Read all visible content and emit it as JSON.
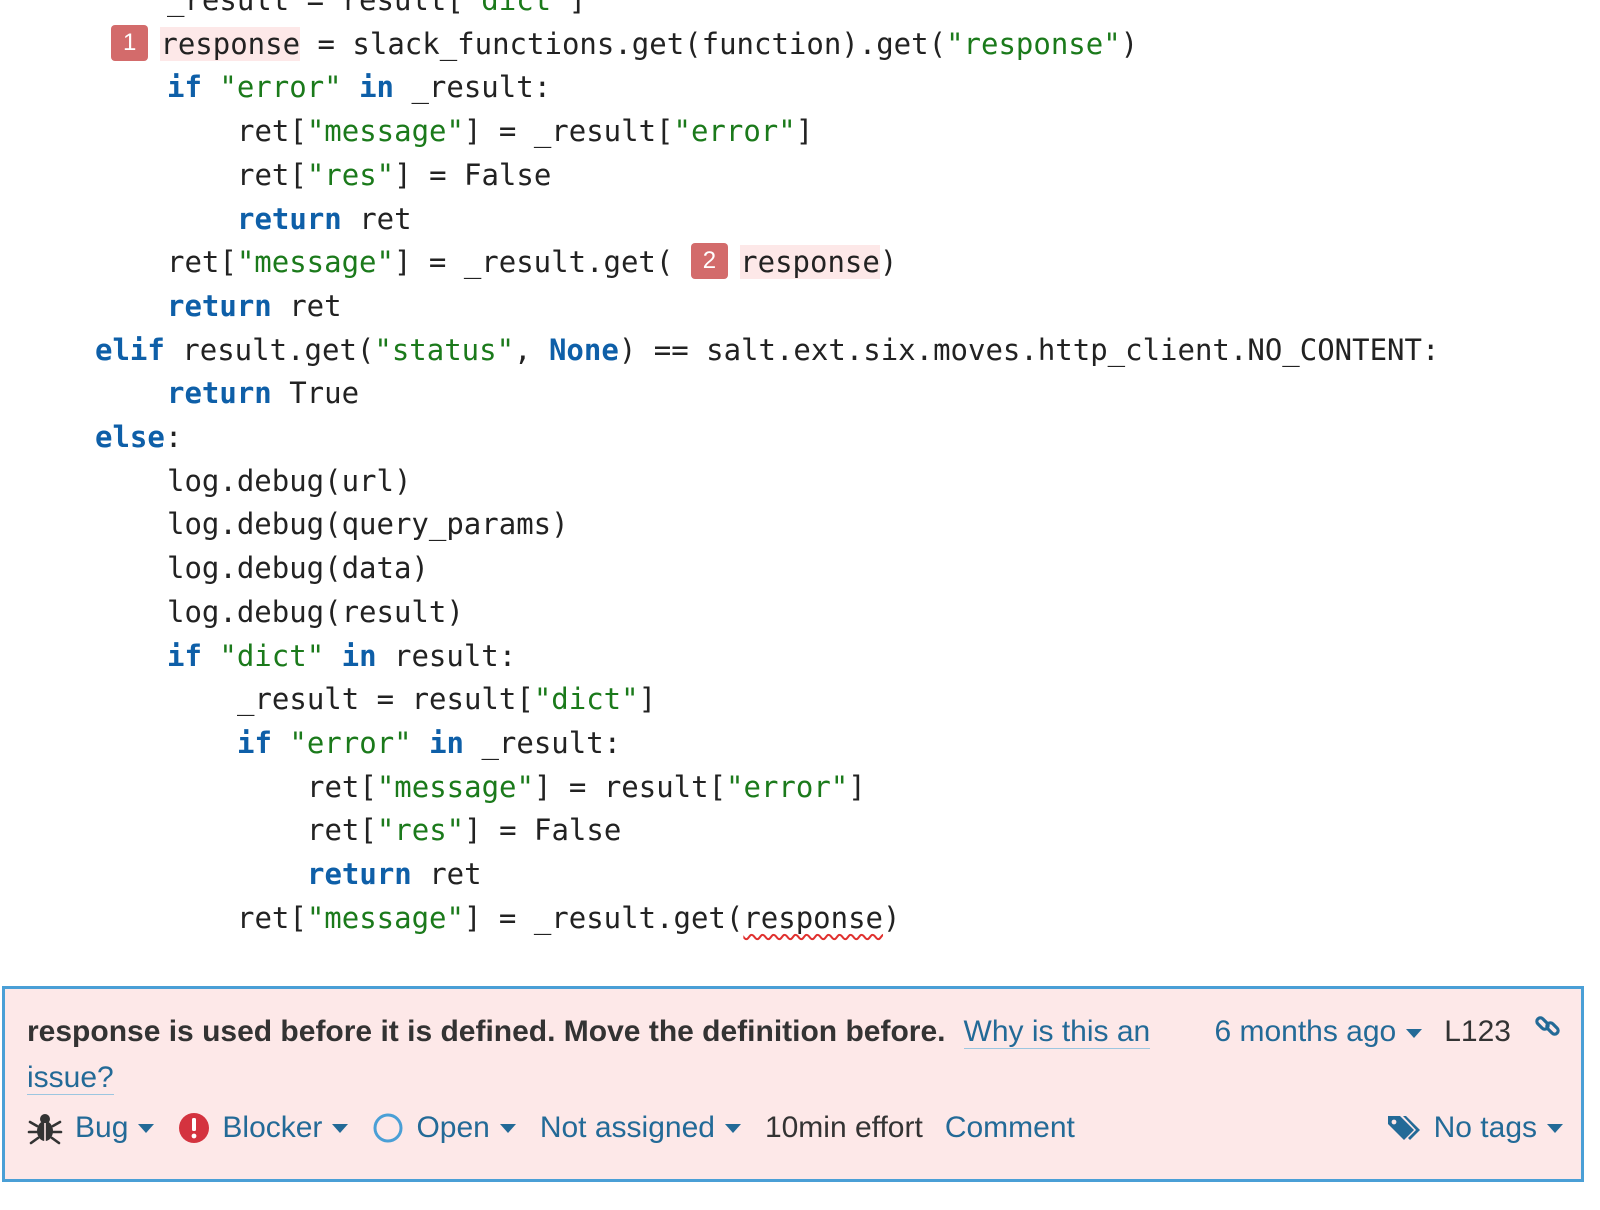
{
  "code": {
    "lines": [
      {
        "indent": 2,
        "tokens": [
          {
            "t": "_result = result[",
            "c": ""
          },
          {
            "t": "\"dict\"",
            "c": "str"
          },
          {
            "t": "]",
            "c": ""
          }
        ]
      },
      {
        "indent": 2,
        "tokens": [
          {
            "marker": "1"
          },
          {
            "t": "response",
            "c": "hl"
          },
          {
            "t": " = slack_functions.get(function).get(",
            "c": ""
          },
          {
            "t": "\"response\"",
            "c": "str"
          },
          {
            "t": ")",
            "c": ""
          }
        ]
      },
      {
        "indent": 2,
        "tokens": [
          {
            "t": "if",
            "c": "kw"
          },
          {
            "t": " ",
            "c": ""
          },
          {
            "t": "\"error\"",
            "c": "str"
          },
          {
            "t": " ",
            "c": ""
          },
          {
            "t": "in",
            "c": "kw"
          },
          {
            "t": " _result:",
            "c": ""
          }
        ]
      },
      {
        "indent": 3,
        "tokens": [
          {
            "t": "ret[",
            "c": ""
          },
          {
            "t": "\"message\"",
            "c": "str"
          },
          {
            "t": "] = _result[",
            "c": ""
          },
          {
            "t": "\"error\"",
            "c": "str"
          },
          {
            "t": "]",
            "c": ""
          }
        ]
      },
      {
        "indent": 3,
        "tokens": [
          {
            "t": "ret[",
            "c": ""
          },
          {
            "t": "\"res\"",
            "c": "str"
          },
          {
            "t": "] = False",
            "c": ""
          }
        ]
      },
      {
        "indent": 3,
        "tokens": [
          {
            "t": "return",
            "c": "kw"
          },
          {
            "t": " ret",
            "c": ""
          }
        ]
      },
      {
        "indent": 2,
        "tokens": [
          {
            "t": "ret[",
            "c": ""
          },
          {
            "t": "\"message\"",
            "c": "str"
          },
          {
            "t": "] = _result.get( ",
            "c": ""
          },
          {
            "marker": "2"
          },
          {
            "t": "response",
            "c": "hl"
          },
          {
            "t": ")",
            "c": ""
          }
        ]
      },
      {
        "indent": 2,
        "tokens": [
          {
            "t": "return",
            "c": "kw"
          },
          {
            "t": " ret",
            "c": ""
          }
        ]
      },
      {
        "indent": 1,
        "tokens": [
          {
            "t": "elif",
            "c": "kw"
          },
          {
            "t": " result.get(",
            "c": ""
          },
          {
            "t": "\"status\"",
            "c": "str"
          },
          {
            "t": ", ",
            "c": ""
          },
          {
            "t": "None",
            "c": "kw"
          },
          {
            "t": ") == salt.ext.six.moves.http_client.NO_CONTENT:",
            "c": ""
          }
        ]
      },
      {
        "indent": 2,
        "tokens": [
          {
            "t": "return",
            "c": "kw"
          },
          {
            "t": " True",
            "c": ""
          }
        ]
      },
      {
        "indent": 1,
        "tokens": [
          {
            "t": "else",
            "c": "kw"
          },
          {
            "t": ":",
            "c": ""
          }
        ]
      },
      {
        "indent": 2,
        "tokens": [
          {
            "t": "log.debug(url)",
            "c": ""
          }
        ]
      },
      {
        "indent": 2,
        "tokens": [
          {
            "t": "log.debug(query_params)",
            "c": ""
          }
        ]
      },
      {
        "indent": 2,
        "tokens": [
          {
            "t": "log.debug(data)",
            "c": ""
          }
        ]
      },
      {
        "indent": 2,
        "tokens": [
          {
            "t": "log.debug(result)",
            "c": ""
          }
        ]
      },
      {
        "indent": 2,
        "tokens": [
          {
            "t": "if",
            "c": "kw"
          },
          {
            "t": " ",
            "c": ""
          },
          {
            "t": "\"dict\"",
            "c": "str"
          },
          {
            "t": " ",
            "c": ""
          },
          {
            "t": "in",
            "c": "kw"
          },
          {
            "t": " result:",
            "c": ""
          }
        ]
      },
      {
        "indent": 3,
        "tokens": [
          {
            "t": "_result = result[",
            "c": ""
          },
          {
            "t": "\"dict\"",
            "c": "str"
          },
          {
            "t": "]",
            "c": ""
          }
        ]
      },
      {
        "indent": 3,
        "tokens": [
          {
            "t": "if",
            "c": "kw"
          },
          {
            "t": " ",
            "c": ""
          },
          {
            "t": "\"error\"",
            "c": "str"
          },
          {
            "t": " ",
            "c": ""
          },
          {
            "t": "in",
            "c": "kw"
          },
          {
            "t": " _result:",
            "c": ""
          }
        ]
      },
      {
        "indent": 4,
        "tokens": [
          {
            "t": "ret[",
            "c": ""
          },
          {
            "t": "\"message\"",
            "c": "str"
          },
          {
            "t": "] = result[",
            "c": ""
          },
          {
            "t": "\"error\"",
            "c": "str"
          },
          {
            "t": "]",
            "c": ""
          }
        ]
      },
      {
        "indent": 4,
        "tokens": [
          {
            "t": "ret[",
            "c": ""
          },
          {
            "t": "\"res\"",
            "c": "str"
          },
          {
            "t": "] = False",
            "c": ""
          }
        ]
      },
      {
        "indent": 4,
        "tokens": [
          {
            "t": "return",
            "c": "kw"
          },
          {
            "t": " ret",
            "c": ""
          }
        ]
      },
      {
        "indent": 3,
        "tokens": [
          {
            "t": "ret[",
            "c": ""
          },
          {
            "t": "\"message\"",
            "c": "str"
          },
          {
            "t": "] = _result.get(",
            "c": ""
          },
          {
            "t": "response",
            "c": "squiggle"
          },
          {
            "t": ")",
            "c": ""
          }
        ]
      }
    ]
  },
  "issue": {
    "message": "response is used before it is defined. Move the definition before.",
    "why_link": "Why is this an issue?",
    "date": "6 months ago",
    "line_ref": "L123",
    "type": "Bug",
    "severity": "Blocker",
    "status": "Open",
    "assignee": "Not assigned",
    "effort": "10min effort",
    "comment": "Comment",
    "tags": "No tags"
  },
  "colors": {
    "keyword": "#0e5fa8",
    "string": "#1b7a1b",
    "highlight_bg": "#fde8e8",
    "marker_bg": "#d36b6b",
    "issue_border": "#4a9fd6",
    "link": "#236a97",
    "blocker_red": "#d4333f"
  },
  "icons": {
    "type": "bug-icon",
    "severity": "blocker-icon",
    "status": "open-circle-icon",
    "tags": "tag-icon",
    "permalink": "link-icon"
  }
}
